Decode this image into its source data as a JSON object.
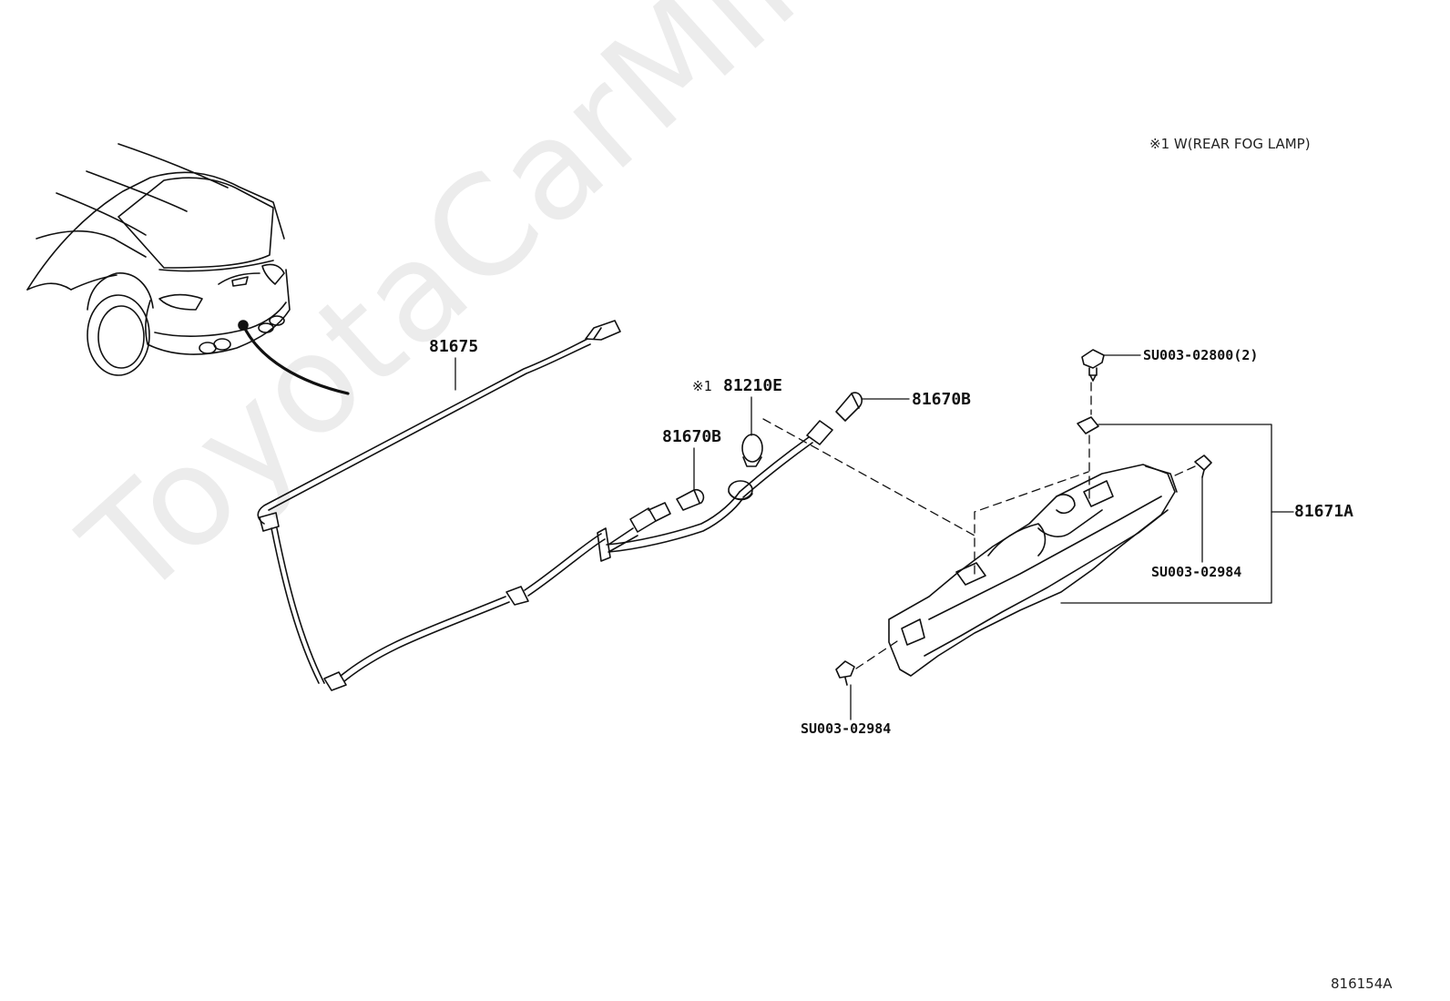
{
  "watermark": "ToyotaCarMine.ru",
  "note": "※1 W(REAR FOG LAMP)",
  "figure_number": "816154A",
  "parts": {
    "harness": "81675",
    "bulb_socket_marker": "※1",
    "bulb_socket": "81210E",
    "bulb_left": "81670B",
    "bulb_right": "81670B",
    "lamp_assy": "81671A",
    "clip_top": "SU003-02800(2)",
    "screw_right": "SU003-02984",
    "screw_bottom": "SU003-02984"
  }
}
